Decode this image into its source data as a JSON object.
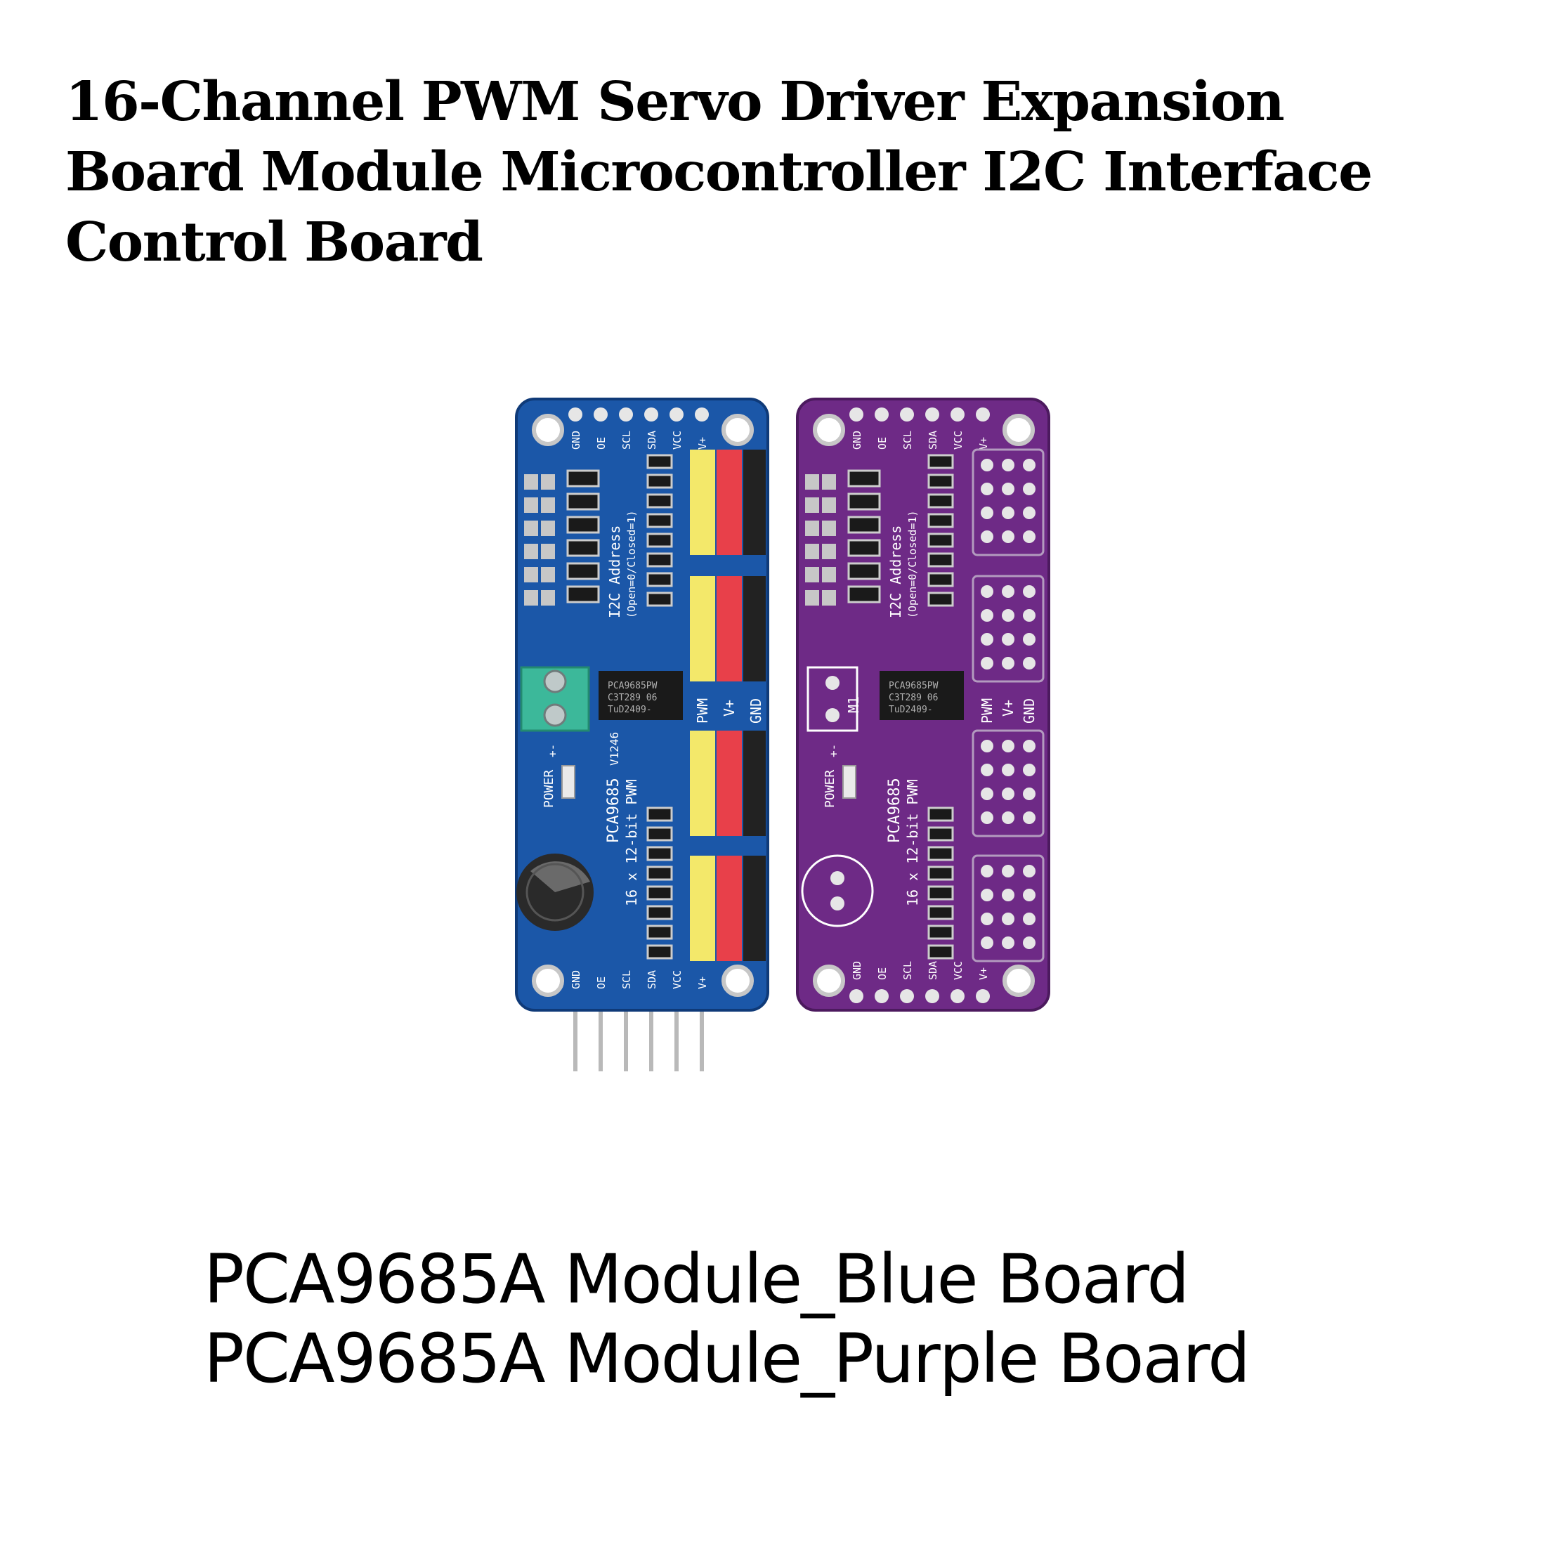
{
  "title": {
    "line1": "16-Channel PWM Servo Driver Expansion",
    "line2": "Board Module Microcontroller I2C Interface",
    "line3": "Control Board"
  },
  "captions": {
    "blue": "PCA9685A Module_Blue Board",
    "purple": "PCA9685A Module_Purple Board"
  },
  "board": {
    "pins": [
      "GND",
      "OE",
      "SCL",
      "SDA",
      "VCC",
      "V+"
    ],
    "address_label": "I2C Address",
    "address_hint": "(Open=0/Closed=1)",
    "header_labels": [
      "PWM",
      "V+",
      "GND"
    ],
    "chip_line1": "PCA9685PW",
    "chip_line2": "C3T289   06",
    "chip_line3": "TuD2409-",
    "power_label": "POWER",
    "plus_minus": "+-",
    "model": "PCA9685",
    "model_version": "V1246",
    "pwm_desc": "16 x 12-bit PWM",
    "terminal_label": "M1"
  },
  "colors": {
    "blue_board": "#1b57a8",
    "purple_board": "#6e2a86",
    "header_yellow": "#f3e86a",
    "header_red": "#e8404a",
    "header_black": "#222222",
    "terminal_green": "#3cb89a"
  }
}
